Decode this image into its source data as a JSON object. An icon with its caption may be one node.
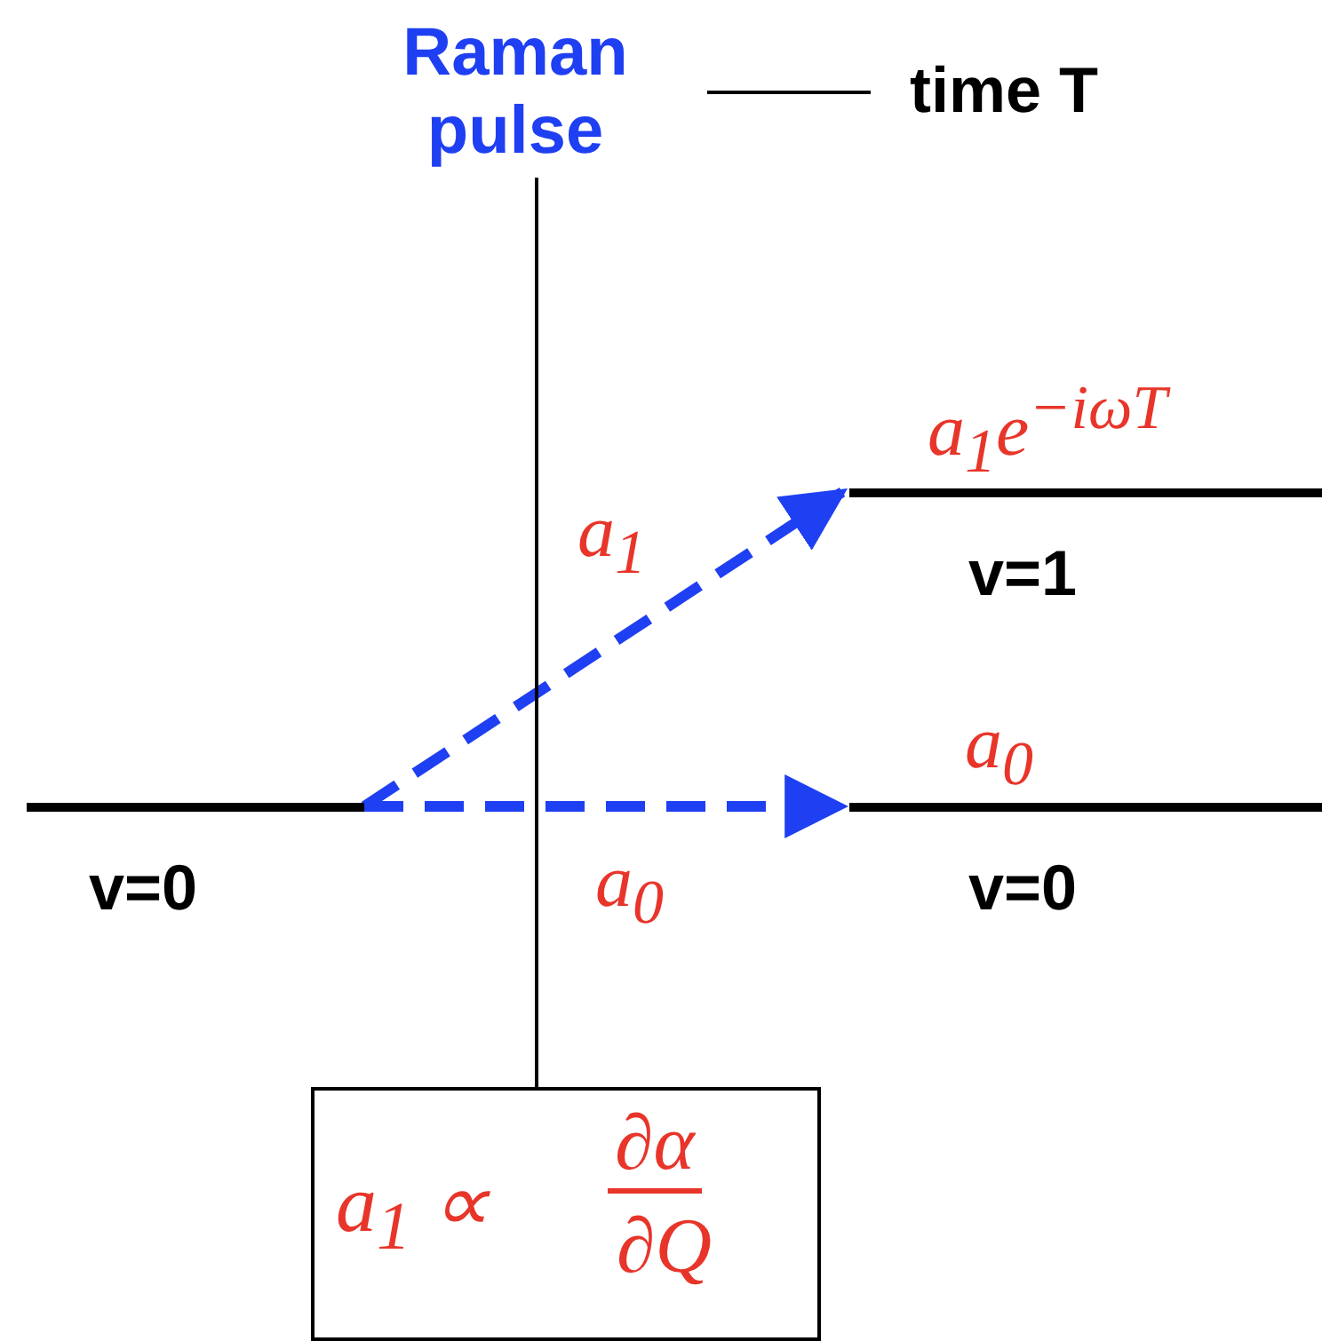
{
  "diagram": {
    "nodes": [
      {
        "text": [
          "v=0"
        ]
      },
      {
        "text": [
          "v=1"
        ],
        "beside": [
          "a$_{1}$e$^{−iωT}$"
        ]
      },
      {
        "text": [
          "v=0"
        ],
        "beside": [
          "a$_{0}$"
        ]
      },
      {
        "text": [
          "Raman pulse"
        ]
      },
      {
        "text": [
          "a$_{1}$ ∝",
          "∂α",
          "∂Q"
        ]
      }
    ],
    "edges": [
      {
        "from": 0,
        "to": 1,
        "arrow": "to",
        "label": "a$_{1}$",
        "style": "dashed",
        "color": "#1f3ff2"
      },
      {
        "from": 0,
        "to": 2,
        "arrow": "to",
        "label": "a$_{0}$",
        "style": "dashed",
        "color": "#1f3ff2"
      },
      {
        "from": 3,
        "to": 4,
        "arrow": "none",
        "color": "#000000"
      }
    ],
    "legend": [
      {
        "text": "time T"
      }
    ]
  }
}
